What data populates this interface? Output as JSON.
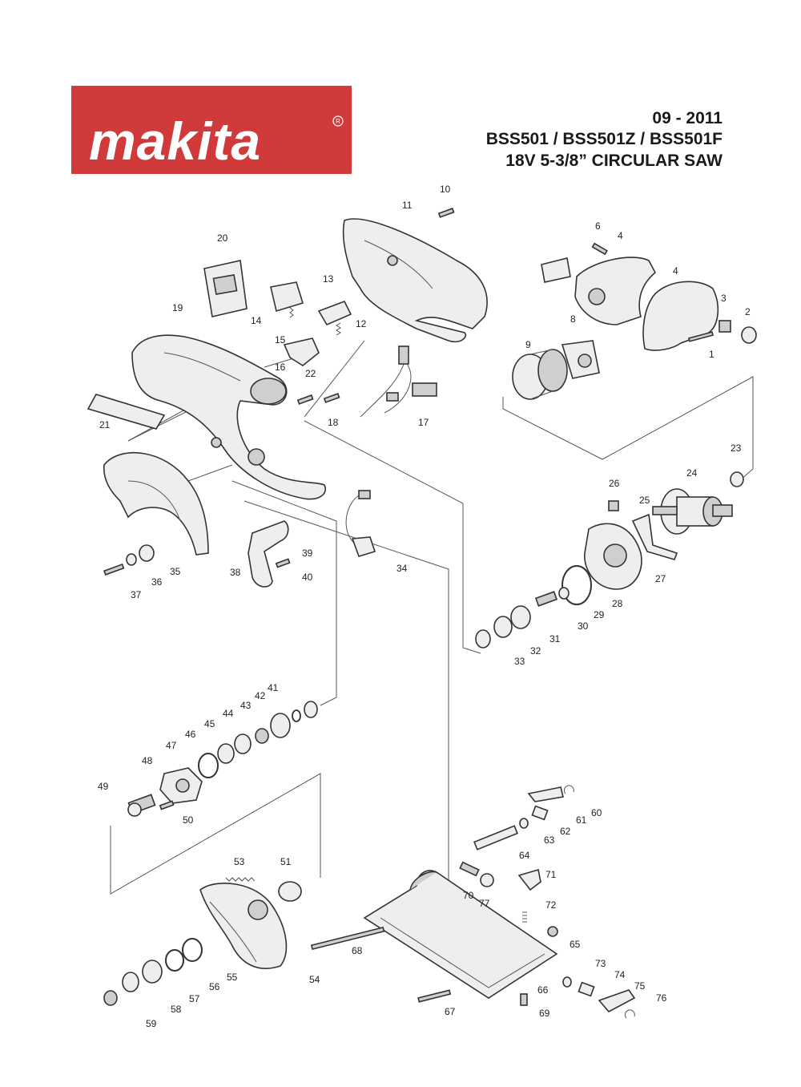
{
  "header": {
    "brand": "makita",
    "registered_mark": "R",
    "date": "09 - 2011",
    "models": "BSS501 / BSS501Z / BSS501F",
    "description": "18V 5-3/8” CIRCULAR SAW"
  },
  "colors": {
    "brand_red": "#d13a3a",
    "ink": "#222222"
  },
  "part_labels": [
    "1",
    "2",
    "3",
    "4",
    "4",
    "6",
    "8",
    "9",
    "10",
    "11",
    "12",
    "13",
    "14",
    "15",
    "16",
    "17",
    "18",
    "19",
    "20",
    "21",
    "22",
    "23",
    "24",
    "25",
    "26",
    "27",
    "28",
    "29",
    "30",
    "31",
    "32",
    "33",
    "34",
    "35",
    "36",
    "37",
    "38",
    "39",
    "40",
    "41",
    "42",
    "43",
    "44",
    "45",
    "46",
    "47",
    "48",
    "49",
    "50",
    "51",
    "53",
    "54",
    "55",
    "56",
    "57",
    "58",
    "59",
    "60",
    "61",
    "62",
    "63",
    "64",
    "65",
    "66",
    "67",
    "68",
    "69",
    "70",
    "71",
    "72",
    "73",
    "74",
    "75",
    "76",
    "77"
  ]
}
